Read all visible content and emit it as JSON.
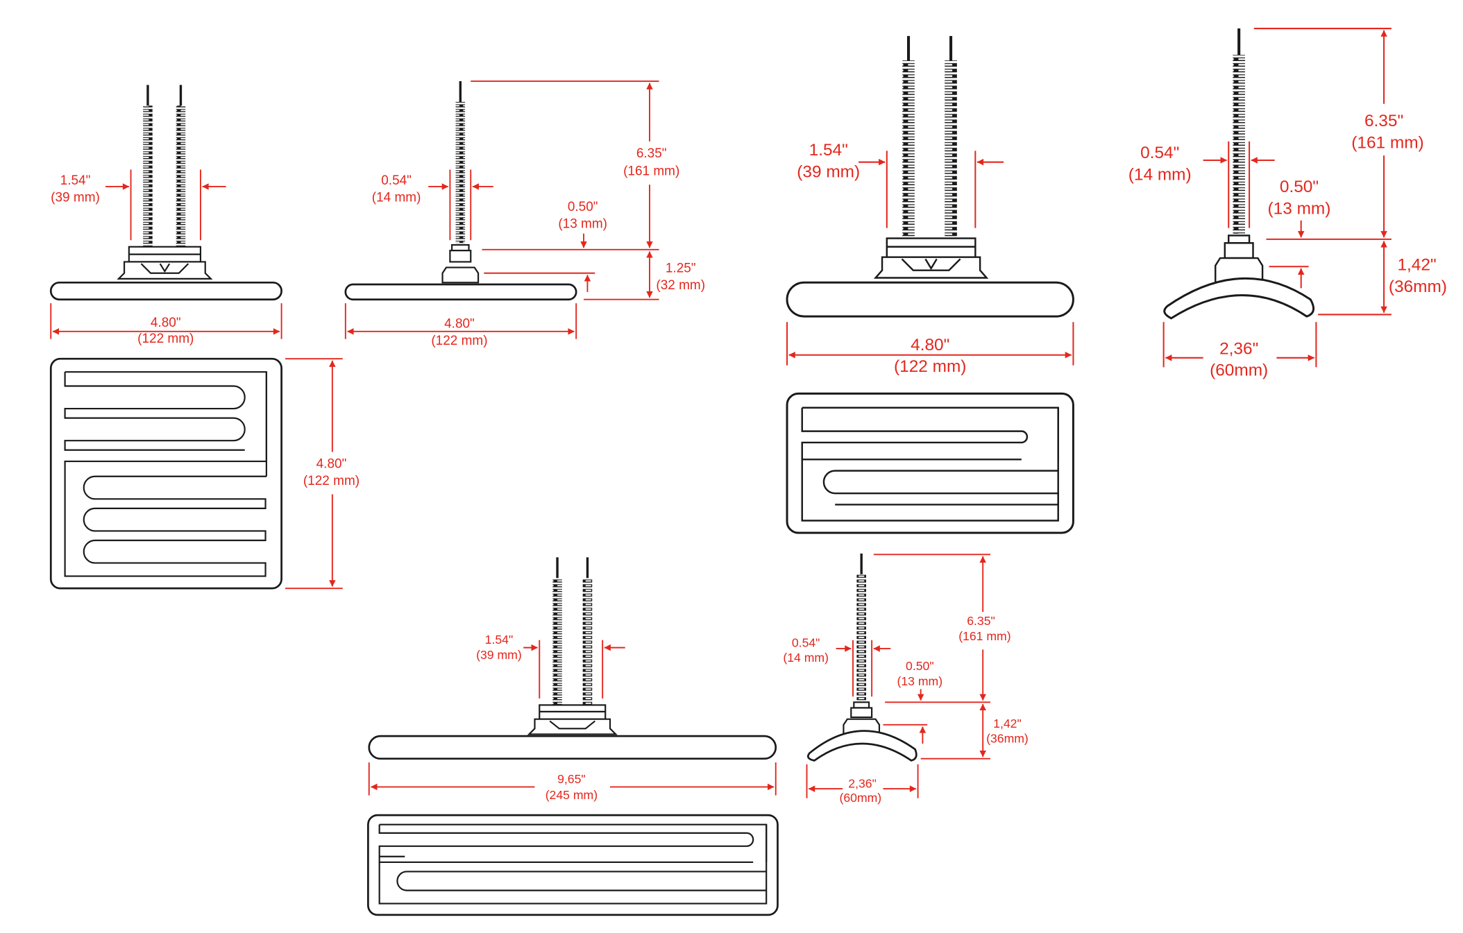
{
  "colors": {
    "dimension": "#e3271d",
    "outline": "#1a1a1a",
    "background": "#ffffff"
  },
  "views": {
    "panel_a_side": {
      "width_in": "4.80\"",
      "width_mm": "(122 mm)",
      "gap_in": "1.54\"",
      "gap_mm": "(39 mm)"
    },
    "panel_a_top": {
      "height_in": "4.80\"",
      "height_mm": "(122 mm)"
    },
    "panel_a_single": {
      "width_in": "4.80\"",
      "width_mm": "(122 mm)",
      "lead_in": "6.35\"",
      "lead_mm": "(161 mm)",
      "wire_in": "0.54\"",
      "wire_mm": "(14 mm)",
      "nut_in": "0.50\"",
      "nut_mm": "(13 mm)",
      "base_in": "1.25\"",
      "base_mm": "(32 mm)"
    },
    "panel_b_side": {
      "width_in": "4.80\"",
      "width_mm": "(122 mm)",
      "gap_in": "1.54\"",
      "gap_mm": "(39 mm)"
    },
    "panel_b_curved": {
      "width_in": "2,36\"",
      "width_mm": "(60mm)",
      "lead_in": "6.35\"",
      "lead_mm": "(161 mm)",
      "wire_in": "0.54\"",
      "wire_mm": "(14 mm)",
      "nut_in": "0.50\"",
      "nut_mm": "(13 mm)",
      "base_in": "1,42\"",
      "base_mm": "(36mm)"
    },
    "panel_c_side": {
      "width_in": "9,65\"",
      "width_mm": "(245 mm)",
      "gap_in": "1.54\"",
      "gap_mm": "(39 mm)"
    },
    "panel_d_curved": {
      "width_in": "2,36\"",
      "width_mm": "(60mm)",
      "lead_in": "6.35\"",
      "lead_mm": "(161 mm)",
      "wire_in": "0.54\"",
      "wire_mm": "(14 mm)",
      "nut_in": "0.50\"",
      "nut_mm": "(13 mm)",
      "base_in": "1,42\"",
      "base_mm": "(36mm)"
    }
  }
}
